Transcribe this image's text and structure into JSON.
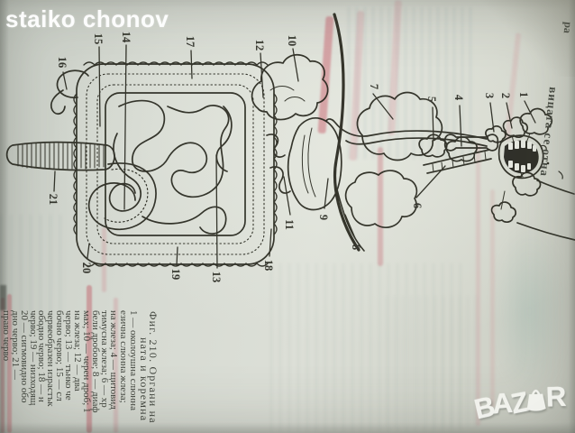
{
  "watermark": {
    "text": "staiko chonov"
  },
  "logo": {
    "letters": [
      "B",
      "A",
      "Z",
      "R"
    ],
    "icon": "shopping-bag"
  },
  "page": {
    "corner_text": {
      "line1": "ра",
      "line2": "вицата се отна"
    },
    "caption": {
      "lines": [
        "Фиг. 210. Органи на",
        "ната и коремна",
        "1 — околоушна слюнна",
        "езична слюнна жлеза;",
        "на жлеза; 4 — щитовид",
        "тимусна жлеза; 6 — хр",
        "бели дробове; 8 — диаф",
        "мах; 10 — черен дроб; 1",
        "на жлеза; 12 — два",
        "черво; 13 — тънко че",
        "бочно черво; 15 — сл",
        "червеобразен израстък",
        "ободно черво; 18 — н",
        "черво; 19 — низходящ",
        "20 — сигмовидно обо",
        "дно черво; 21 —",
        "право черво"
      ]
    },
    "labels": [
      "1",
      "2",
      "3",
      "4",
      "5",
      "6",
      "7",
      "8",
      "9",
      "10",
      "11",
      "12",
      "13",
      "14",
      "15",
      "16",
      "17",
      "18",
      "19",
      "20",
      "21"
    ]
  },
  "colors": {
    "paper": "#d6dbd3",
    "ink": "#26271f",
    "red_mark": "#c4646e",
    "ghost_showthrough": "#9fb6b4",
    "watermark_white": "#ffffff",
    "logo_white": "#f3f4ef"
  }
}
